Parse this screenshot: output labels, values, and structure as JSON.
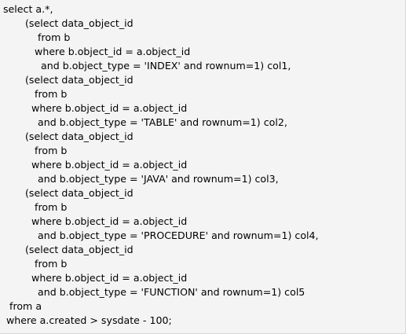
{
  "code": {
    "lines": [
      "select a.*,",
      "       (select data_object_id",
      "           from b",
      "          where b.object_id = a.object_id",
      "            and b.object_type = 'INDEX' and rownum=1) col1,",
      "       (select data_object_id",
      "          from b",
      "         where b.object_id = a.object_id",
      "           and b.object_type = 'TABLE' and rownum=1) col2,",
      "       (select data_object_id",
      "          from b",
      "         where b.object_id = a.object_id",
      "           and b.object_type = 'JAVA' and rownum=1) col3,",
      "       (select data_object_id",
      "          from b",
      "         where b.object_id = a.object_id",
      "           and b.object_type = 'PROCEDURE' and rownum=1) col4,",
      "       (select data_object_id",
      "          from b",
      "         where b.object_id = a.object_id",
      "           and b.object_type = 'FUNCTION' and rownum=1) col5",
      "  from a",
      " where a.created > sysdate - 100;"
    ]
  }
}
